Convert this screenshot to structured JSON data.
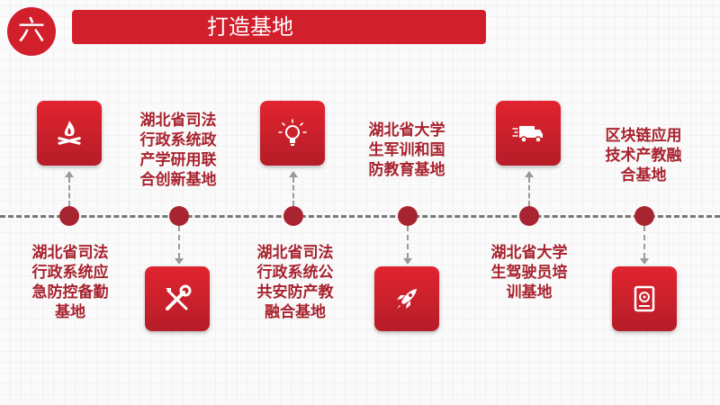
{
  "header": {
    "section_number": "六",
    "title": "打造基地"
  },
  "items": [
    {
      "label": [
        "湖北省司法",
        "行政系统政",
        "产学研用联",
        "合创新基地"
      ],
      "icon": "campfire-icon"
    },
    {
      "label": [
        "湖北省司法",
        "行政系统应",
        "急防控备勤",
        "基地"
      ],
      "icon": "tools-icon"
    },
    {
      "label": [
        "湖北省大学",
        "生军训和国",
        "防教育基地"
      ],
      "icon": "lightbulb-icon"
    },
    {
      "label": [
        "湖北省司法",
        "行政系统公",
        "共安防产教",
        "融合基地"
      ],
      "icon": "rocket-icon"
    },
    {
      "label": [
        "湖北省大学",
        "生驾驶员培",
        "训基地"
      ],
      "icon": "truck-icon"
    },
    {
      "label": [
        "区块链应用",
        "技术产教融",
        "合基地"
      ],
      "icon": "hard-drive-icon"
    }
  ],
  "colors": {
    "accent": "#d21f2c",
    "dot": "#a82430",
    "text": "#a8222e"
  }
}
